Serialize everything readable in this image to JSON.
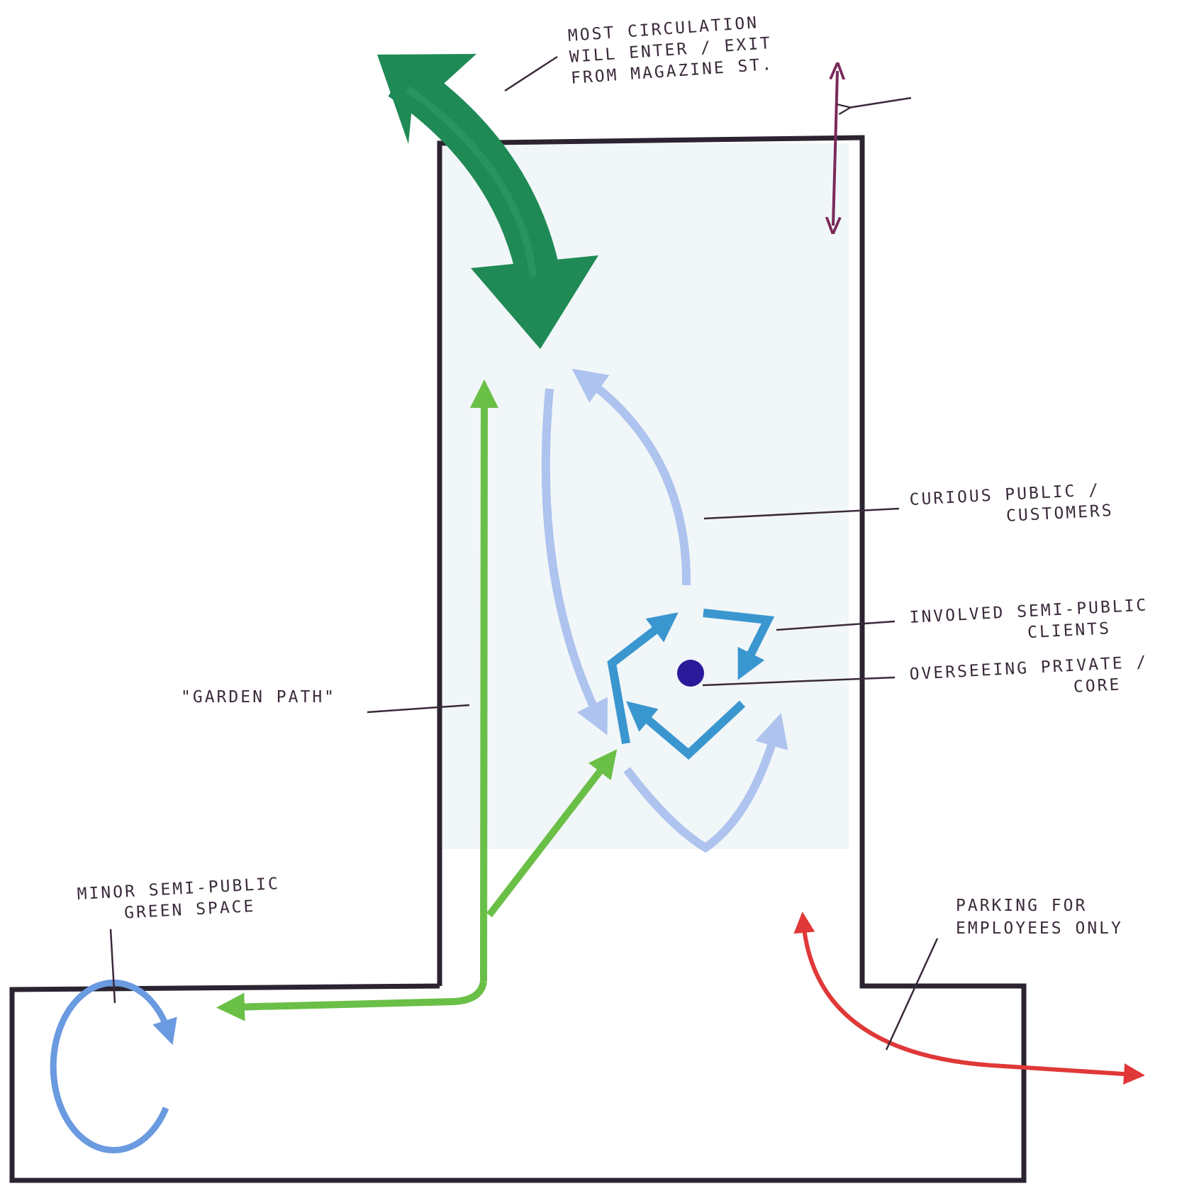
{
  "labels": {
    "circulation": [
      "MOST CIRCULATION",
      "WILL ENTER / EXIT",
      "FROM MAGAZINE ST."
    ],
    "curious": [
      "CURIOUS PUBLIC /",
      "CUSTOMERS"
    ],
    "involved": [
      "INVOLVED SEMI-PUBLIC",
      "CLIENTS"
    ],
    "overseeing": [
      "OVERSEEING PRIVATE /",
      "CORE"
    ],
    "garden_path": "\"GARDEN PATH\"",
    "green_space": [
      "MINOR SEMI-PUBLIC",
      "GREEN SPACE"
    ],
    "parking": [
      "PARKING FOR",
      "EMPLOYEES ONLY"
    ]
  },
  "colors": {
    "outline": "#2b2430",
    "main_circulation": "#1f8a55",
    "garden_path": "#6abf47",
    "curious_public": "#aec3ee",
    "involved_clients": "#3a96cf",
    "private_core": "#2a1a9a",
    "green_space": "#6a9ae0",
    "parking": "#e03838",
    "magazine_edge": "#7a2a5a",
    "leader": "#3a2a3a"
  }
}
